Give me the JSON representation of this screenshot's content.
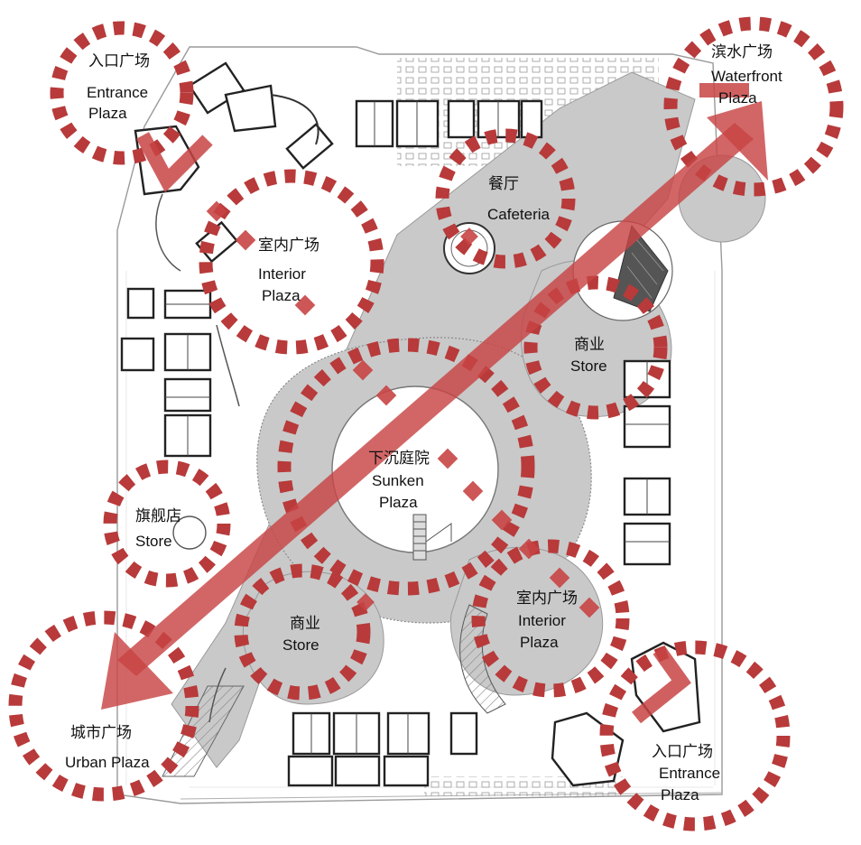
{
  "colors": {
    "zone_ring": "#b83a3a",
    "axis_arrow": "#c84444",
    "circulation_fill": "#c9c9c9",
    "plan_line": "#333333",
    "site_line": "#9a9a9a"
  },
  "zones": [
    {
      "id": "entrance-nw",
      "zh": "入口广场",
      "en": [
        "Entrance",
        "Plaza"
      ]
    },
    {
      "id": "waterfront",
      "zh": "滨水广场",
      "en": [
        "Waterfront",
        "Plaza"
      ]
    },
    {
      "id": "cafeteria",
      "zh": "餐厅",
      "en": [
        "Cafeteria"
      ]
    },
    {
      "id": "interior-n",
      "zh": "室内广场",
      "en": [
        "Interior",
        "Plaza"
      ]
    },
    {
      "id": "store-e",
      "zh": "商业",
      "en": [
        "Store"
      ]
    },
    {
      "id": "sunken",
      "zh": "下沉庭院",
      "en": [
        "Sunken",
        "Plaza"
      ]
    },
    {
      "id": "flagship",
      "zh": "旗舰店",
      "en": [
        "Store"
      ]
    },
    {
      "id": "store-sw",
      "zh": "商业",
      "en": [
        "Store"
      ]
    },
    {
      "id": "interior-s",
      "zh": "室内广场",
      "en": [
        "Interior",
        "Plaza"
      ]
    },
    {
      "id": "urban",
      "zh": "城市广场",
      "en": [
        "Urban Plaza"
      ]
    },
    {
      "id": "entrance-se",
      "zh": "入口广场",
      "en": [
        "Entrance",
        "Plaza"
      ]
    }
  ]
}
